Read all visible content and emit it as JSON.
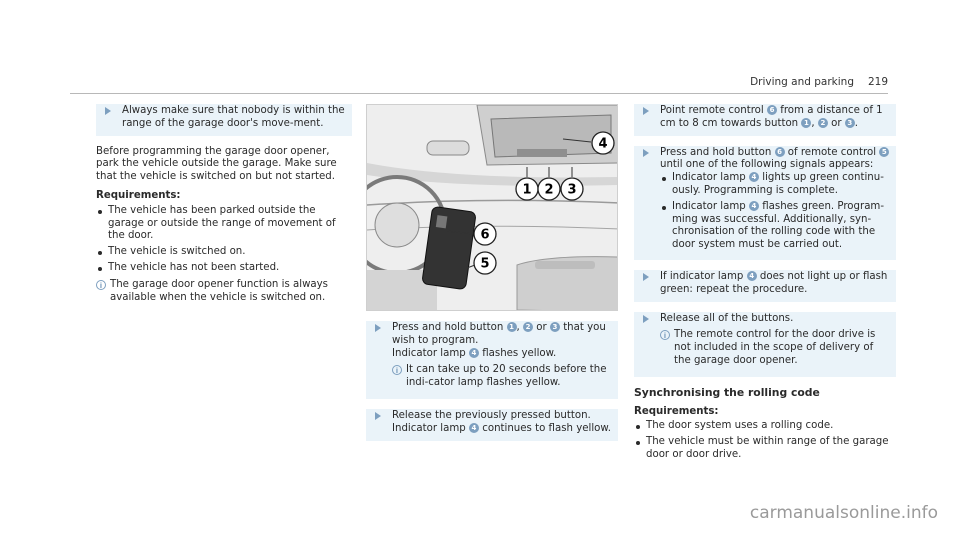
{
  "header": {
    "title": "Driving and parking",
    "page": "219"
  },
  "col1": {
    "step": "Always make sure that nobody is within the range of the garage door's move-ment.",
    "intro": "Before programming the garage door opener, park the vehicle outside the garage. Make sure that the vehicle is switched on but not started.",
    "req_title": "Requirements:",
    "req_items": [
      "The vehicle has been parked outside the garage or outside the range of movement of the door.",
      "The vehicle is switched on.",
      "The vehicle has not been started."
    ],
    "note": "The garage door opener function is always available when the vehicle is switched on."
  },
  "figure": {
    "callouts": [
      "1",
      "2",
      "3",
      "4",
      "5",
      "6"
    ]
  },
  "col2": {
    "step1_a": "Press and hold button",
    "step1_or": "or",
    "step1_b": "that you wish to program.",
    "step1_c": "Indicator lamp",
    "step1_d": "flashes yellow.",
    "note": "It can take up to 20 seconds before the indi-cator lamp flashes yellow.",
    "step2_a": "Release the previously pressed button.",
    "step2_b": "Indicator lamp",
    "step2_c": "continues to flash yellow."
  },
  "col3": {
    "step1_a": "Point remote control",
    "step1_b": "from a distance of 1 cm to 8 cm towards button",
    "step1_or": "or",
    "step2_a": "Press and hold button",
    "step2_b": "of remote control",
    "step2_c": "until one of the following signals appears:",
    "sig1_a": "Indicator lamp",
    "sig1_b": "lights up green continu-ously. Programming is complete.",
    "sig2_a": "Indicator lamp",
    "sig2_b": "flashes green. Program-ming was successful. Additionally, syn-chronisation of the rolling code with the door system must be carried out.",
    "step3_a": "If indicator lamp",
    "step3_b": "does not light up or flash green: repeat the procedure.",
    "step4": "Release all of the buttons.",
    "note": "The remote control for the door drive is not included in the scope of delivery of the garage door opener.",
    "sync_title": "Synchronising the rolling code",
    "req_title": "Requirements:",
    "req_items": [
      "The door system uses a rolling code.",
      "The vehicle must be within range of the garage door or door drive."
    ]
  },
  "watermark": "carmanualsonline.info"
}
